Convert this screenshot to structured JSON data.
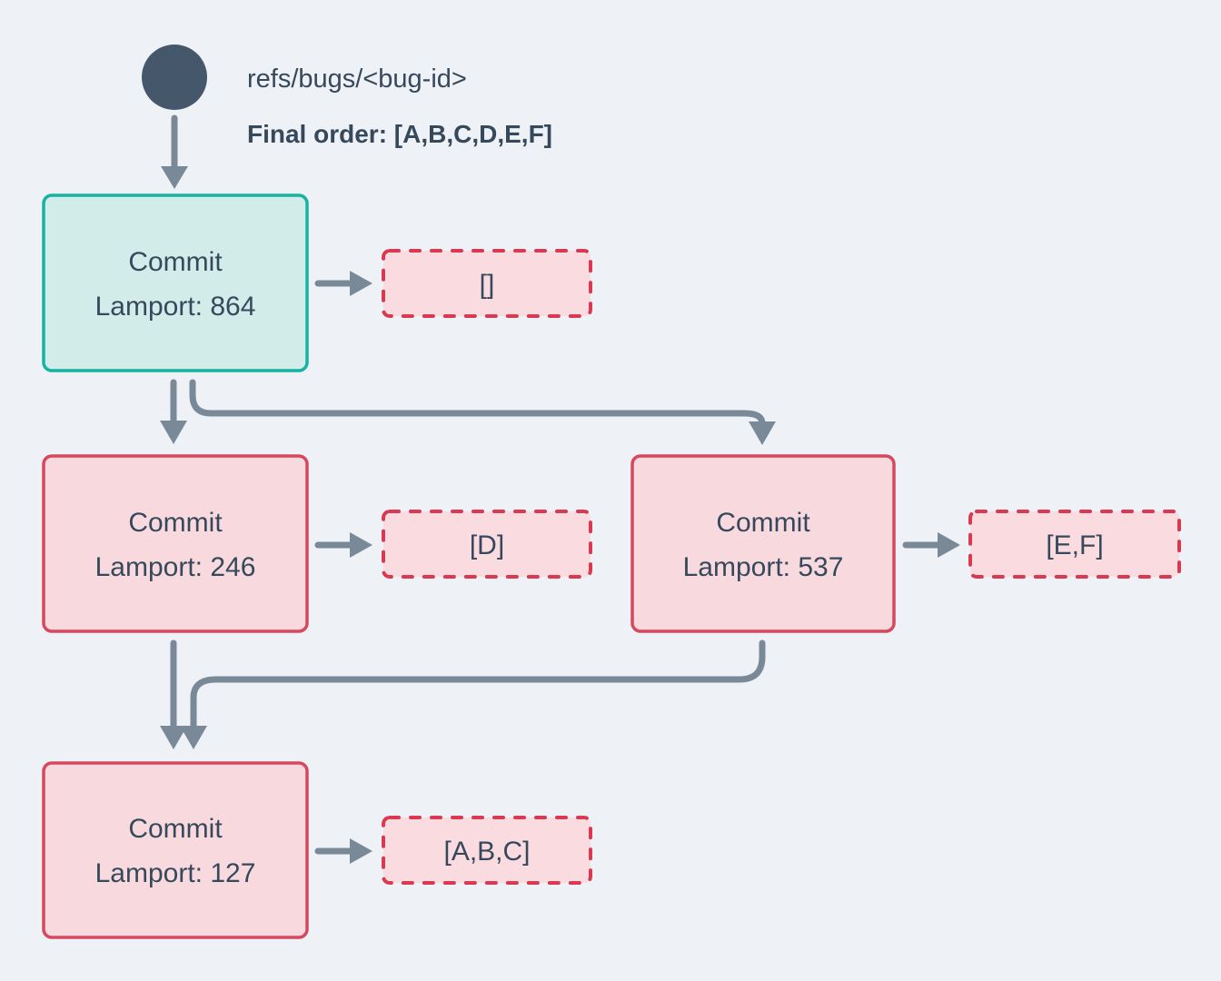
{
  "diagram": {
    "title_area": {
      "ref_name": "refs/bugs/<bug-id>",
      "final_order": "Final order: [A,B,C,D,E,F]"
    },
    "nodes": {
      "head_commit": {
        "title": "Commit",
        "subtitle": "Lamport: 864"
      },
      "left_commit": {
        "title": "Commit",
        "subtitle": "Lamport: 246"
      },
      "right_commit": {
        "title": "Commit",
        "subtitle": "Lamport: 537"
      },
      "merge_commit": {
        "title": "Commit",
        "subtitle": "Lamport: 127"
      }
    },
    "payloads": {
      "head": "[]",
      "left": "[D]",
      "right": "[E,F]",
      "merge": "[A,B,C]"
    },
    "colors": {
      "background": "#eef1f5",
      "arrow": "#7a8998",
      "ref_circle": "#45576b",
      "text": "#36495c",
      "head_node_border": "#16b2a2",
      "head_node_fill": "#d2ecea",
      "commit_node_border": "#d5485e",
      "commit_node_fill": "#f8d9de",
      "payload_border": "#d83a52",
      "payload_fill": "#f9dbe0"
    }
  }
}
